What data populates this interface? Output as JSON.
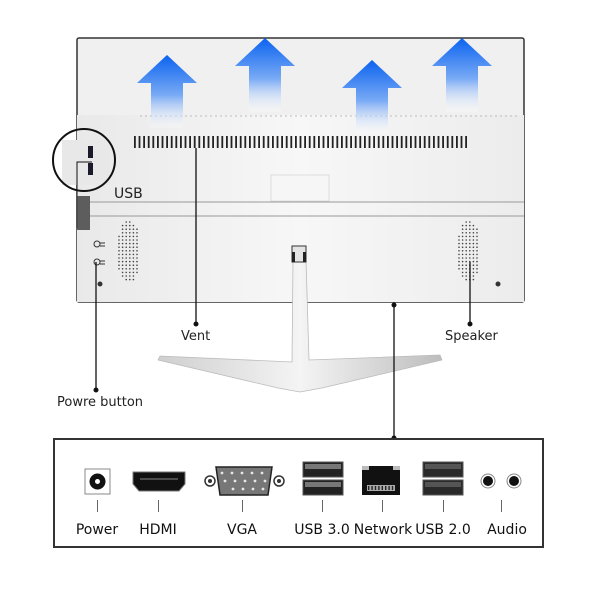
{
  "diagram": {
    "callouts": {
      "usb": "USB",
      "vent": "Vent",
      "speaker": "Speaker",
      "power_button": "Powre button"
    },
    "ports": [
      {
        "label": "Power",
        "icon": "dc-power-jack-icon"
      },
      {
        "label": "HDMI",
        "icon": "hdmi-port-icon"
      },
      {
        "label": "VGA",
        "icon": "vga-port-icon"
      },
      {
        "label": "USB 3.0",
        "icon": "usb3-port-icon"
      },
      {
        "label": "Network",
        "icon": "ethernet-port-icon"
      },
      {
        "label": "USB 2.0",
        "icon": "usb2-port-icon"
      },
      {
        "label": "Audio",
        "icon": "audio-jack-icon"
      }
    ],
    "colors": {
      "airflow_arrow": "#1a6ef0",
      "monitor_body": "#f2f2f2",
      "leader_line": "#111111"
    }
  }
}
